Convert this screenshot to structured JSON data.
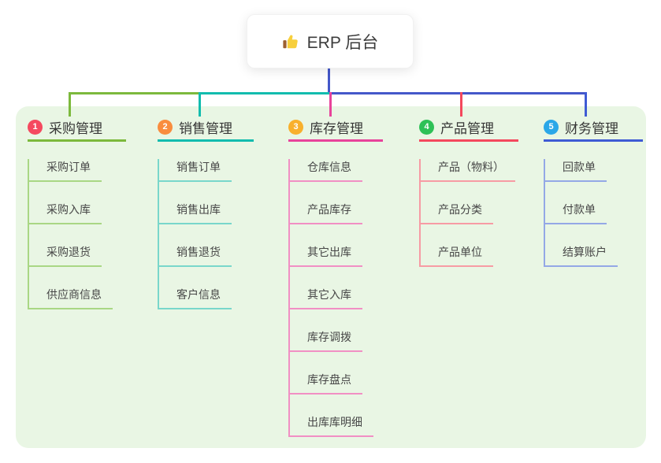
{
  "root": {
    "label": "ERP 后台",
    "icon": "thumbs-up-icon"
  },
  "panel_color": "#e9f6e4",
  "connector_color": "#4457c9",
  "branches": [
    {
      "index": "1",
      "label": "采购管理",
      "circle_color": "#f5495f",
      "line_color": "#7cb93c",
      "child_line_color": "#a9d784",
      "children": [
        "采购订单",
        "采购入库",
        "采购退货",
        "供应商信息"
      ]
    },
    {
      "index": "2",
      "label": "销售管理",
      "circle_color": "#f98d3e",
      "line_color": "#12bcae",
      "child_line_color": "#79d7cb",
      "children": [
        "销售订单",
        "销售出库",
        "销售退货",
        "客户信息"
      ]
    },
    {
      "index": "3",
      "label": "库存管理",
      "circle_color": "#f8b02c",
      "line_color": "#e8439b",
      "child_line_color": "#f18fc4",
      "children": [
        "仓库信息",
        "产品库存",
        "其它出库",
        "其它入库",
        "库存调拨",
        "库存盘点",
        "出库库明细"
      ]
    },
    {
      "index": "4",
      "label": "产品管理",
      "circle_color": "#2ec157",
      "line_color": "#f4485d",
      "child_line_color": "#f79ba4",
      "children": [
        "产品（物料）",
        "产品分类",
        "产品单位"
      ]
    },
    {
      "index": "5",
      "label": "财务管理",
      "circle_color": "#2aa7e8",
      "line_color": "#3f5bd4",
      "child_line_color": "#94a8e6",
      "children": [
        "回款单",
        "付款单",
        "结算账户"
      ]
    }
  ]
}
